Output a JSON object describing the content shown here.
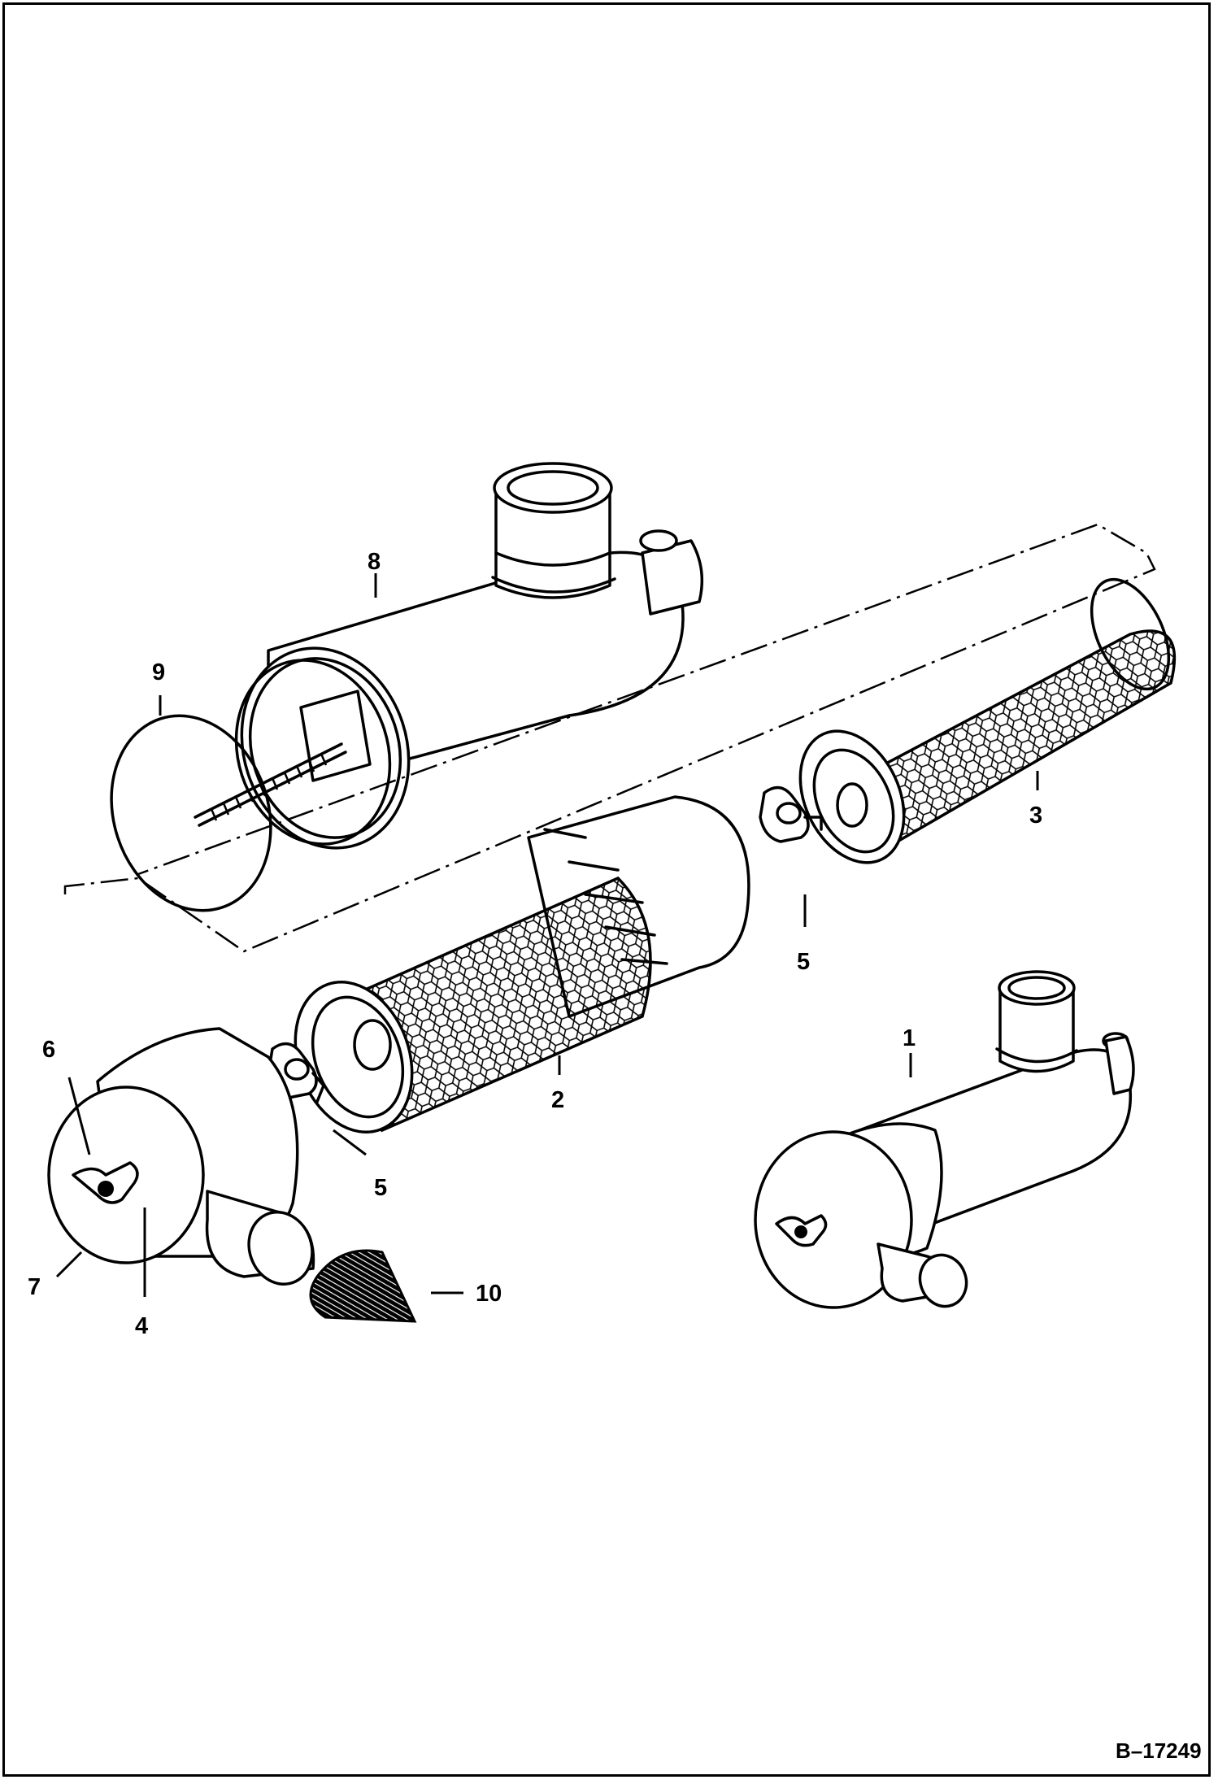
{
  "figure": {
    "id": "B–17249",
    "callouts": {
      "c1": "1",
      "c2": "2",
      "c3": "3",
      "c4": "4",
      "c5a": "5",
      "c5b": "5",
      "c6": "6",
      "c7": "7",
      "c8": "8",
      "c9": "9",
      "c10": "10"
    }
  }
}
